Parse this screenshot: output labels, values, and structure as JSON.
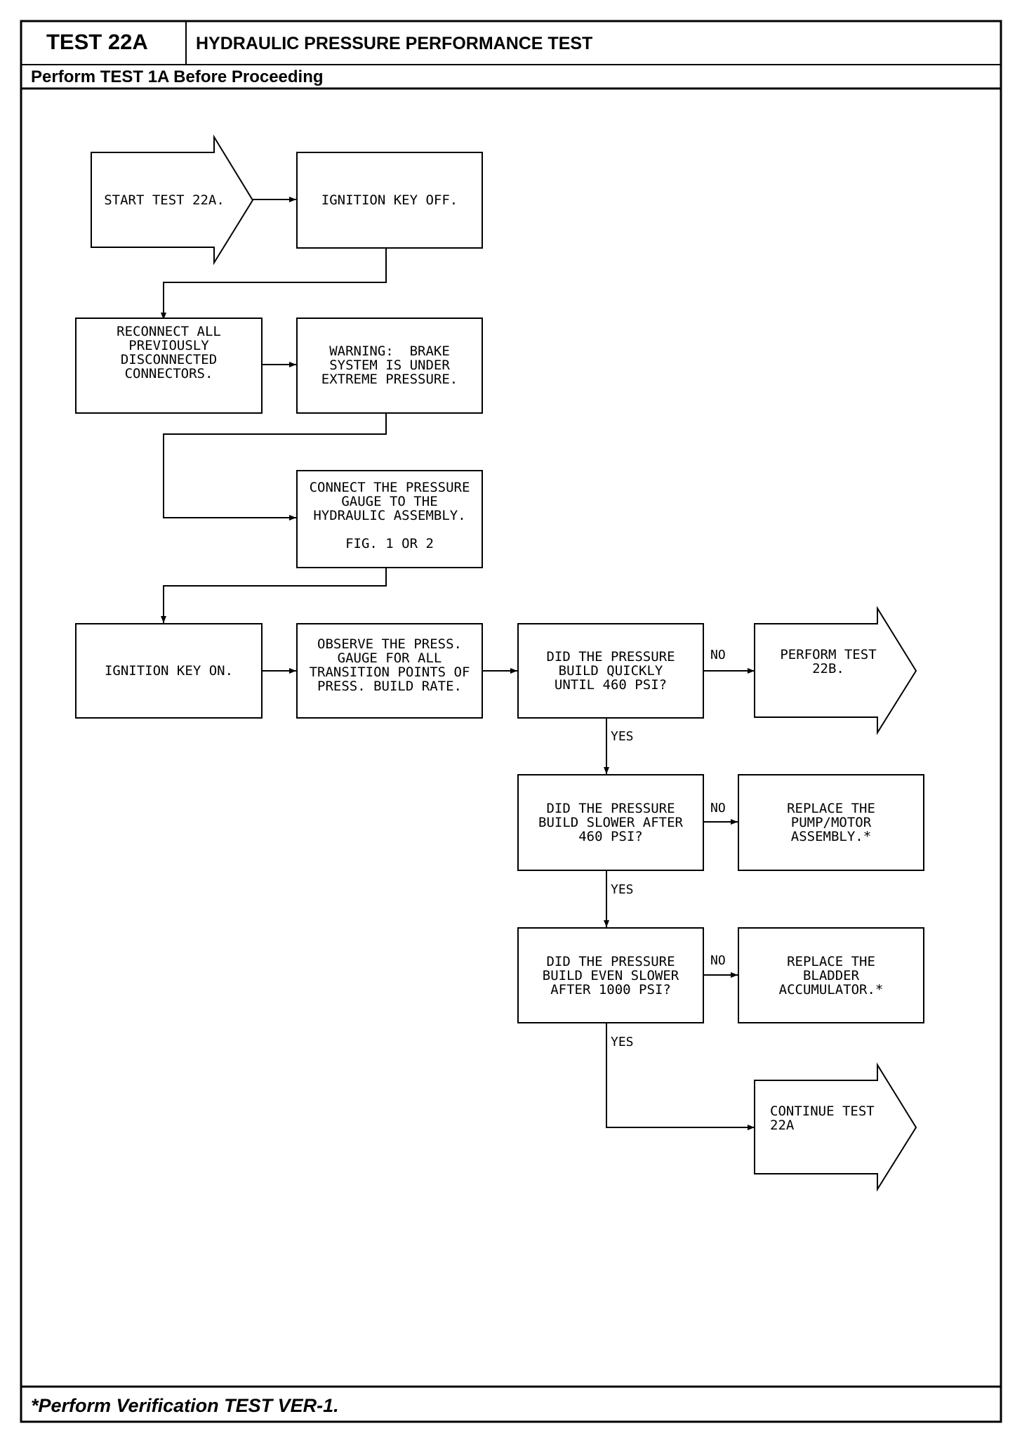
{
  "header": {
    "test_id": "TEST 22A",
    "title": "HYDRAULIC PRESSURE PERFORMANCE TEST",
    "subtitle": "Perform TEST 1A Before Proceeding"
  },
  "footer": {
    "note": "*Perform Verification TEST VER-1."
  },
  "flow": {
    "start": "START TEST 22A.",
    "ignition_off": "IGNITION KEY OFF.",
    "reconnect": "RECONNECT ALL\nPREVIOUSLY\nDISCONNECTED\nCONNECTORS.",
    "warning": "WARNING:  BRAKE\nSYSTEM IS UNDER\nEXTREME PRESSURE.",
    "connect_gauge": "CONNECT THE PRESSURE\nGAUGE TO THE\nHYDRAULIC ASSEMBLY.",
    "connect_gauge_fig": "FIG. 1 OR 2",
    "ignition_on": "IGNITION KEY ON.",
    "observe": "OBSERVE THE PRESS.\nGAUGE FOR ALL\nTRANSITION POINTS OF\nPRESS. BUILD RATE.",
    "q1": "DID THE PRESSURE\nBUILD QUICKLY\nUNTIL 460 PSI?",
    "perform_22b": "PERFORM TEST\n22B.",
    "q2": "DID THE PRESSURE\nBUILD SLOWER AFTER\n460 PSI?",
    "replace_pump": "REPLACE THE\nPUMP/MOTOR\nASSEMBLY.*",
    "q3": "DID THE PRESSURE\nBUILD EVEN SLOWER\nAFTER 1000 PSI?",
    "replace_bladder": "REPLACE THE\nBLADDER\nACCUMULATOR.*",
    "continue": "CONTINUE TEST\n22A"
  },
  "labels": {
    "no": "NO",
    "yes": "YES"
  }
}
